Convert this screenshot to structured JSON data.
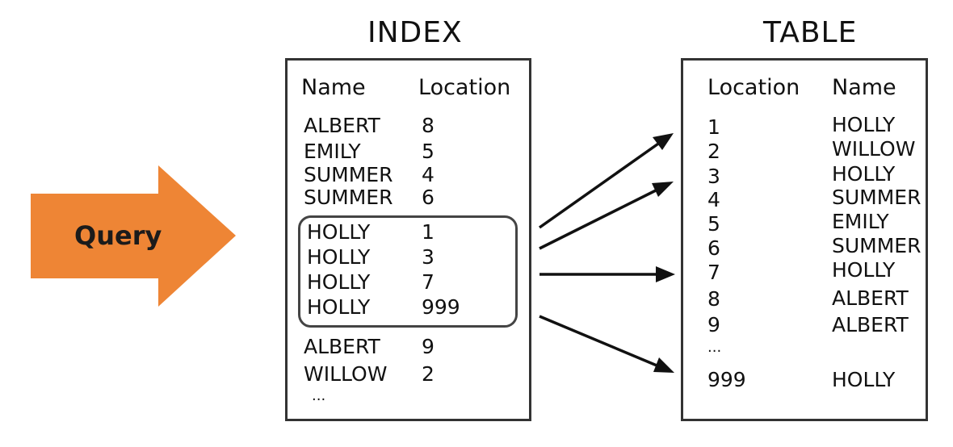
{
  "query": {
    "label": "Query",
    "color": "#ee8535"
  },
  "index": {
    "title": "INDEX",
    "headers": [
      "Name",
      "Location"
    ],
    "rows": [
      {
        "name": "ALBERT",
        "location": "8"
      },
      {
        "name": "EMILY",
        "location": "5"
      },
      {
        "name": "SUMMER",
        "location": "4"
      },
      {
        "name": "SUMMER",
        "location": "6"
      },
      {
        "name": "HOLLY",
        "location": "1"
      },
      {
        "name": "HOLLY",
        "location": "3"
      },
      {
        "name": "HOLLY",
        "location": "7"
      },
      {
        "name": "HOLLY",
        "location": "999"
      },
      {
        "name": "ALBERT",
        "location": "9"
      },
      {
        "name": "WILLOW",
        "location": "2"
      }
    ],
    "ellipsis": "..."
  },
  "table": {
    "title": "TABLE",
    "headers": [
      "Location",
      "Name"
    ],
    "rows": [
      {
        "location": "1",
        "name": "HOLLY"
      },
      {
        "location": "2",
        "name": "WILLOW"
      },
      {
        "location": "3",
        "name": "HOLLY"
      },
      {
        "location": "4",
        "name": "SUMMER"
      },
      {
        "location": "5",
        "name": "EMILY"
      },
      {
        "location": "6",
        "name": "SUMMER"
      },
      {
        "location": "7",
        "name": "HOLLY"
      },
      {
        "location": "8",
        "name": "ALBERT"
      },
      {
        "location": "9",
        "name": "ALBERT"
      },
      {
        "location": "...",
        "name": ""
      },
      {
        "location": "999",
        "name": "HOLLY"
      }
    ]
  }
}
